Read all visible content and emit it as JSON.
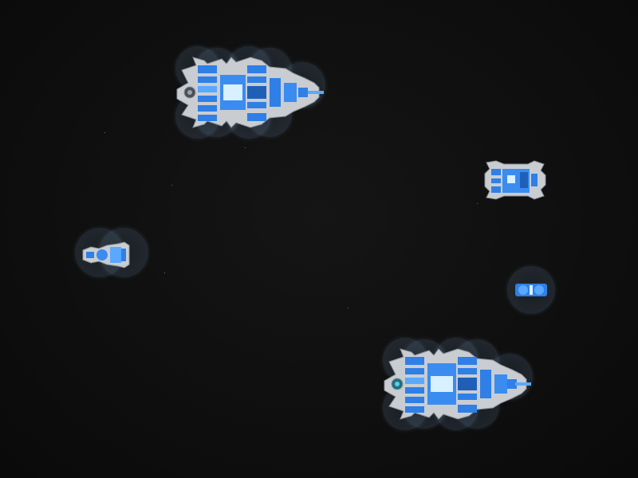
{
  "scene": {
    "background_color": "#0e0e0e",
    "hull_color": "#c9cdd2",
    "hull_edge_color": "#8d9299",
    "module_color": "#2f7fe6",
    "module_bright_color": "#5aa8ff",
    "core_color": "#d8f0ff",
    "shield_color": "#8cb4dc"
  },
  "ships": [
    {
      "id": "cruiser-north",
      "class": "cruiser",
      "shields": 9
    },
    {
      "id": "cruiser-south",
      "class": "cruiser",
      "shields": 9
    },
    {
      "id": "frigate-east",
      "class": "frigate",
      "shields": 0
    },
    {
      "id": "corvette-west",
      "class": "corvette",
      "shields": 2
    },
    {
      "id": "drone-east",
      "class": "drone",
      "shields": 1
    }
  ]
}
